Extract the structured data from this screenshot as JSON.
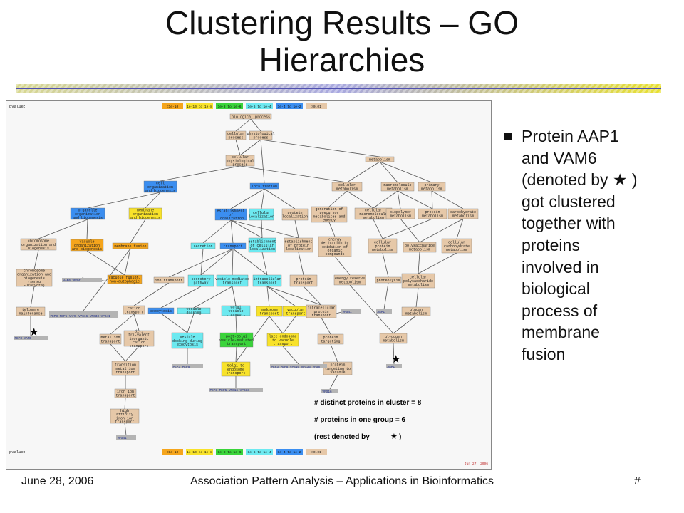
{
  "slide": {
    "title_line1": "Clustering Results – GO",
    "title_line2": "Hierarchies"
  },
  "figure": {
    "pvalue_label": "pvalue:",
    "legend": [
      {
        "label": "<1e-10",
        "color": "#f5a51c"
      },
      {
        "label": "1e-10 to 1e-8",
        "color": "#f8e22a"
      },
      {
        "label": "1e-8 to 1e-6",
        "color": "#3ad43a"
      },
      {
        "label": "1e-6 to 1e-4",
        "color": "#6de9f0"
      },
      {
        "label": "1e-4 to 1e-2",
        "color": "#3b8ef0"
      },
      {
        "label": ">0.01",
        "color": "#e6c8a8"
      }
    ],
    "date": "Jun 27, 2006",
    "notes": [
      "# distinct proteins in cluster = 8",
      "# proteins in one group = 6",
      "(rest denoted by"
    ],
    "nodes": [
      {
        "id": "bp",
        "label": "biological_process",
        "color": "#e6c8a8"
      },
      {
        "id": "cp",
        "label": "cellular process",
        "color": "#e6c8a8"
      },
      {
        "id": "pp",
        "label": "physiological process",
        "color": "#e6c8a8"
      },
      {
        "id": "cpp",
        "label": "cellular physiological process",
        "color": "#e6c8a8"
      },
      {
        "id": "met",
        "label": "metabolism",
        "color": "#e6c8a8"
      },
      {
        "id": "coab",
        "label": "cell organization and biogenesis",
        "color": "#3b8ef0"
      },
      {
        "id": "loc",
        "label": "localization",
        "color": "#3b8ef0"
      },
      {
        "id": "cm",
        "label": "cellular metabolism",
        "color": "#e6c8a8"
      },
      {
        "id": "mm",
        "label": "macromolecule metabolism",
        "color": "#e6c8a8"
      },
      {
        "id": "pm",
        "label": "primary metabolism",
        "color": "#e6c8a8"
      },
      {
        "id": "ooab",
        "label": "organelle organization and biogenesis",
        "color": "#3b8ef0"
      },
      {
        "id": "moab",
        "label": "membrane organization and biogenesis",
        "color": "#f8e22a"
      },
      {
        "id": "eol",
        "label": "establishment of localization",
        "color": "#3b8ef0"
      },
      {
        "id": "cl",
        "label": "cellular localization",
        "color": "#6de9f0"
      },
      {
        "id": "pl",
        "label": "protein localization",
        "color": "#e6c8a8"
      },
      {
        "id": "gpm",
        "label": "generation of precursor metabolites and energy",
        "color": "#e6c8a8"
      },
      {
        "id": "cmm",
        "label": "cellular macromolecule metabolism",
        "color": "#e6c8a8"
      },
      {
        "id": "bpm",
        "label": "biopolymer metabolism",
        "color": "#e6c8a8"
      },
      {
        "id": "prm",
        "label": "protein metabolism",
        "color": "#e6c8a8"
      },
      {
        "id": "chm",
        "label": "carbohydrate metabolism",
        "color": "#e6c8a8"
      },
      {
        "id": "choab",
        "label": "chromosome organization and biogenesis",
        "color": "#e6c8a8"
      },
      {
        "id": "voab",
        "label": "vacuole organization and biogenesis",
        "color": "#f5a51c"
      },
      {
        "id": "mf",
        "label": "membrane fusion",
        "color": "#f5a51c"
      },
      {
        "id": "sec",
        "label": "secretion",
        "color": "#6de9f0"
      },
      {
        "id": "tra",
        "label": "transport",
        "color": "#3b8ef0"
      },
      {
        "id": "ecl",
        "label": "establishment of cellular localization",
        "color": "#6de9f0"
      },
      {
        "id": "epl",
        "label": "establishment of protein localization",
        "color": "#e6c8a8"
      },
      {
        "id": "edom",
        "label": "energy derivation by oxidation of organic compounds",
        "color": "#e6c8a8"
      },
      {
        "id": "cpm",
        "label": "cellular protein metabolism",
        "color": "#e6c8a8"
      },
      {
        "id": "psm",
        "label": "polysaccharide metabolism",
        "color": "#e6c8a8"
      },
      {
        "id": "ccm",
        "label": "cellular carbohydrate metabolism",
        "color": "#e6c8a8"
      },
      {
        "id": "cheuk",
        "label": "chromosome organization and biogenesis (sensu Eukaryota)",
        "color": "#e6c8a8"
      },
      {
        "id": "vfna",
        "label": "vacuole fusion, non-autophagic",
        "color": "#f5a51c"
      },
      {
        "id": "iont",
        "label": "ion transport",
        "color": "#e6c8a8"
      },
      {
        "id": "secp",
        "label": "secretory pathway",
        "color": "#6de9f0"
      },
      {
        "id": "vmt",
        "label": "vesicle-mediated transport",
        "color": "#6de9f0"
      },
      {
        "id": "ict",
        "label": "intracellular transport",
        "color": "#6de9f0"
      },
      {
        "id": "pt",
        "label": "protein transport",
        "color": "#e6c8a8"
      },
      {
        "id": "erm",
        "label": "energy reserve metabolism",
        "color": "#e6c8a8"
      },
      {
        "id": "prot",
        "label": "proteolysis",
        "color": "#e6c8a8"
      },
      {
        "id": "cpsm",
        "label": "cellular polysaccharide metabolism",
        "color": "#e6c8a8"
      },
      {
        "id": "tm",
        "label": "telomere maintenance",
        "color": "#e6c8a8"
      },
      {
        "id": "catt",
        "label": "cation transport",
        "color": "#e6c8a8"
      },
      {
        "id": "exo",
        "label": "exocytosis",
        "color": "#3b8ef0"
      },
      {
        "id": "vd",
        "label": "vesicle docking",
        "color": "#6de9f0"
      },
      {
        "id": "gvt",
        "label": "Golgi vesicle transport",
        "color": "#6de9f0"
      },
      {
        "id": "endt",
        "label": "endosome transport",
        "color": "#f8e22a"
      },
      {
        "id": "vact",
        "label": "vacuolar transport",
        "color": "#f8e22a"
      },
      {
        "id": "ipt",
        "label": "intracellular protein transport",
        "color": "#e6c8a8"
      },
      {
        "id": "gm",
        "label": "glucan metabolism",
        "color": "#e6c8a8"
      },
      {
        "id": "mit",
        "label": "metal ion transport",
        "color": "#e6c8a8"
      },
      {
        "id": "dtit",
        "label": "di-, tri-valent inorganic cation transport",
        "color": "#e6c8a8"
      },
      {
        "id": "vdde",
        "label": "vesicle docking during exocytosis",
        "color": "#6de9f0"
      },
      {
        "id": "pgvt",
        "label": "post-Golgi vesicle-mediated transport",
        "color": "#3ad43a"
      },
      {
        "id": "levt",
        "label": "late endosome to vacuole transport",
        "color": "#f8e22a"
      },
      {
        "id": "ptg",
        "label": "protein targeting",
        "color": "#e6c8a8"
      },
      {
        "id": "glm",
        "label": "glycogen metabolism",
        "color": "#e6c8a8"
      },
      {
        "id": "tmit",
        "label": "transition metal ion transport",
        "color": "#e6c8a8"
      },
      {
        "id": "get",
        "label": "Golgi to endosome transport",
        "color": "#f8e22a"
      },
      {
        "id": "ptv",
        "label": "protein targeting to vacuole",
        "color": "#e6c8a8"
      },
      {
        "id": "iron",
        "label": "iron ion transport",
        "color": "#e6c8a8"
      },
      {
        "id": "hait",
        "label": "high affinity iron ion transport",
        "color": "#e6c8a8"
      }
    ],
    "genes": [
      {
        "id": "g1",
        "label": "VAM6 VPS41"
      },
      {
        "id": "g2",
        "label": "PEP3 PEP5 VAM6 VPS16 VPS33 VPS41"
      },
      {
        "id": "g3",
        "label": "PEP3 VAM6"
      },
      {
        "id": "g4",
        "label": "PEP3 PEP5"
      },
      {
        "id": "g5",
        "label": "PEP3 PEP5 VPS16 VPS33"
      },
      {
        "id": "g6",
        "label": "PEP3 PEP5 VPS16 VPS33 VPS8"
      },
      {
        "id": "g7",
        "label": "VPS41"
      },
      {
        "id": "g8",
        "label": "AAP1"
      },
      {
        "id": "g9",
        "label": "AAP1"
      },
      {
        "id": "g10",
        "label": "VPS16"
      },
      {
        "id": "g11",
        "label": "VPS41"
      }
    ]
  },
  "bullets": {
    "lines": [
      "Protein AAP1",
      "and VAM6",
      "(denoted by ★ )",
      "got clustered",
      "together with",
      "proteins",
      "involved in",
      "biological",
      "process of",
      "membrane",
      "fusion"
    ]
  },
  "footer": {
    "date": "June 28, 2006",
    "center": "Association Pattern Analysis – Applications in Bioinformatics",
    "page": "#"
  }
}
